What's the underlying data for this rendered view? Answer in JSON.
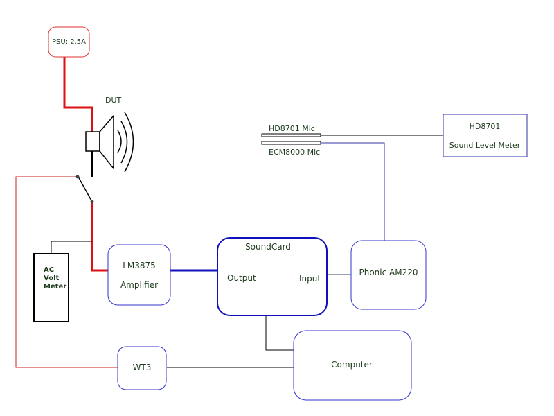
{
  "diagram": {
    "psu": {
      "label": "PSU: 2.5A"
    },
    "dut": {
      "label": "DUT"
    },
    "mic_top": {
      "label": "HD8701 Mic"
    },
    "mic_bottom": {
      "label": "ECM8000 Mic"
    },
    "hd8701": {
      "line1": "HD8701",
      "line2": "Sound Level Meter"
    },
    "voltmeter": {
      "line1": "AC",
      "line2": "Volt",
      "line3": "Meter"
    },
    "amplifier": {
      "line1": "LM3875",
      "line2": "Amplifier"
    },
    "soundcard": {
      "title": "SoundCard",
      "output": "Output",
      "input": "Input"
    },
    "phonic": {
      "label": "Phonic AM220"
    },
    "computer": {
      "label": "Computer"
    },
    "wt3": {
      "label": "WT3"
    }
  },
  "colors": {
    "red_wire": "#dd1111",
    "blue_wire": "#1111bb",
    "black_wire": "#000000",
    "box_blue": "#3333cc",
    "psu_red": "#e03030",
    "text": "#1c3a1c"
  }
}
